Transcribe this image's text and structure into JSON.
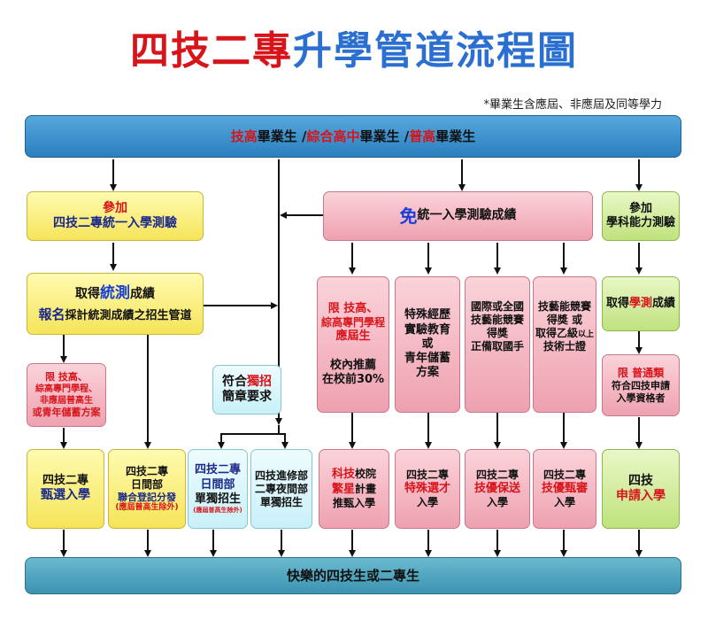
{
  "title": {
    "part1": "四技二專",
    "part2": "升學管道流程圖"
  },
  "footnote": "*畢業生含應屆、非應屆及同等學力",
  "top_bar": {
    "a": "技高",
    "b": "畢業生 /",
    "c": "綜合高中",
    "d": "畢業生 /",
    "e": "普高",
    "f": "畢業生"
  },
  "exam_box": {
    "line1": "參加",
    "line2": "四技二專統一入學測驗"
  },
  "free_box": {
    "mian": "免",
    "rest": "統一入學測驗成績"
  },
  "ast_box": {
    "line1": "參加",
    "line2": "學科能力測驗"
  },
  "score_box": {
    "a": "取得",
    "b": "統測",
    "c": "成績",
    "d": "報名",
    "e": "採計統測成績之招生管道"
  },
  "restrict_box": {
    "line1": "限 技高、",
    "line2": "綜高專門學程、",
    "line3": "非應屆普高生",
    "line4": "或青年儲蓄方案"
  },
  "indep_box": {
    "a": "符合",
    "b": "獨招",
    "c": "簡章要求"
  },
  "rec_box": {
    "line1": "限 技高、",
    "line2": "綜高專門學程",
    "line3": "應屆生",
    "line4": "校內推薦",
    "line5": "在校前30%"
  },
  "special_box": {
    "line1": "特殊經歷",
    "line2": "實驗教育",
    "line3": "或",
    "line4": "青年儲蓄",
    "line5": "方案"
  },
  "comp_box": {
    "line1": "國際或全國",
    "line2": "技藝能競賽",
    "line3": "得獎",
    "line4": "正備取國手"
  },
  "skill_box": {
    "line1": "技藝能競賽",
    "line2": "得獎 或",
    "line3": "取得乙級",
    "line3b": "以上",
    "line4": "技術士證"
  },
  "gsat_box": {
    "a": "取得",
    "b": "學測",
    "c": "成績"
  },
  "gsat_restrict": {
    "line1": "限 普通類",
    "line2": "符合四技申請",
    "line3": "入學資格者"
  },
  "res1": {
    "line1": "四技二專",
    "line2": "甄選入學"
  },
  "res2": {
    "line1": "四技二專",
    "line2": "日間部",
    "line3": "聯合登記分發",
    "line4": "(應屆普高生除外)"
  },
  "res3": {
    "line1": "四技二專",
    "line2": "日間部",
    "line3": "單獨招生",
    "line4": "(應屆普高生除外)"
  },
  "res4": {
    "line1": "四技進修部",
    "line2": "二專夜間部",
    "line3": "單獨招生"
  },
  "res5": {
    "a": "科技",
    "b": "校院",
    "c": "繁星",
    "d": "計畫",
    "e": "推甄入學"
  },
  "res6": {
    "line1": "四技二專",
    "line2": "特殊選才",
    "line3": "入學"
  },
  "res7": {
    "line1": "四技二專",
    "line2": "技優保送",
    "line3": "入學"
  },
  "res8": {
    "line1": "四技二專",
    "line2": "技優甄審",
    "line3": "入學"
  },
  "res9": {
    "line1": "四技",
    "line2": "申請入學"
  },
  "bottom_bar": "快樂的四技生或二專生",
  "colors": {
    "title_red": "#d8141b",
    "title_blue": "#2b6fd1",
    "bar_blue": "#2a7fbf",
    "highlight_red": "#d8141b",
    "highlight_blue": "#1b3fd6"
  }
}
